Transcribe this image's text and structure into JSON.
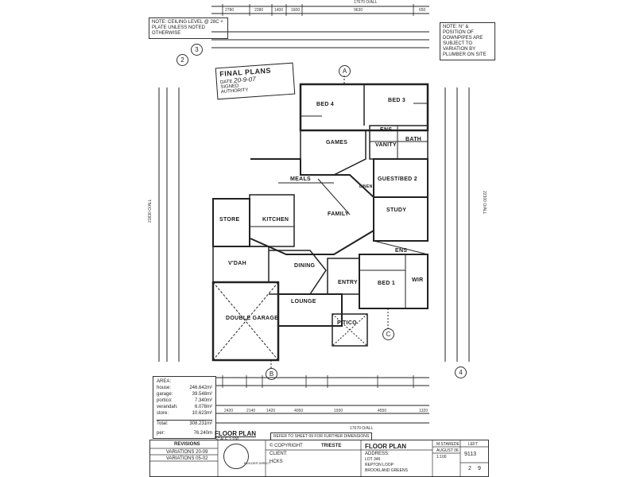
{
  "top_dimensions": {
    "overall": "17670 O/ALL",
    "row1": [
      "2780",
      "2280",
      "1400",
      "1600",
      "9630",
      "650"
    ]
  },
  "notes": {
    "ceiling": "NOTE: CEILING LEVEL @ 28c + PLATE UNLESS NOTED OTHERWISE",
    "downpipes": "NOTE: N° & POSITION OF DOWNPIPES ARE SUBJECT TO VARIATION BY PLUMBER ON SITE"
  },
  "stamp": {
    "title": "FINAL PLANS",
    "date_label": "DATE",
    "date_value": "20-9-07",
    "signed_label": "SIGNED",
    "authority_label": "AUTHORITY"
  },
  "grid_markers": [
    "A",
    "B",
    "C",
    "2",
    "3",
    "4"
  ],
  "rooms": {
    "bed4": "BED 4",
    "bed3": "BED 3",
    "games": "GAMES",
    "ens": "ENS",
    "vanity": "VANITY",
    "bath": "BATH",
    "meals": "MEALS",
    "guest_bed2": "GUEST/BED 2",
    "linen": "LINEN",
    "store": "STORE",
    "kitchen": "KITCHEN",
    "family": "FAMILY",
    "study": "STUDY",
    "vdah": "V'DAH",
    "dining": "DINING",
    "entry": "ENTRY",
    "bed1": "BED 1",
    "wir": "WIR",
    "lounge": "LOUNGE",
    "double_garage": "DOUBLE GARAGE",
    "portico": "P'TICO",
    "ens2": "ENS"
  },
  "side_dims": {
    "left": "21830 O/ALL",
    "right": "22300 O/ALL"
  },
  "area": {
    "title": "AREA:",
    "rows": [
      {
        "label": "house:",
        "value": "246.642m²"
      },
      {
        "label": "garage:",
        "value": "39.548m²"
      },
      {
        "label": "portico:",
        "value": "7.340m²"
      },
      {
        "label": "verandah:",
        "value": "6.078m²"
      },
      {
        "label": "store:",
        "value": "10.623m²"
      }
    ],
    "total_label": "Total:",
    "total_value": "308.231m²",
    "per_label": "per:",
    "per_value": "76.240m"
  },
  "bottom_dimensions": {
    "overall": "17670 O/ALL",
    "row": [
      "2420",
      "2140",
      "1420",
      "4050",
      "1930",
      "4550",
      "1320"
    ]
  },
  "floor_plan_label": "FLOOR PLAN",
  "scale_label": "SCALE 1:100",
  "refer_note": "REFER TO SHEET 09 FOR FURTHER DIMENSIONS",
  "title_block": {
    "revisions": "REVISIONS",
    "rev_rows": [
      "VARIATIONS 20-09",
      "VARIATIONS 05-02"
    ],
    "builder": "BUILDER DIRECT",
    "copyright": "COPYRIGHT",
    "design": "TRIESTE",
    "sheet_title": "FLOOR PLAN",
    "client_label": "CLIENT:",
    "client": "HCKS",
    "address_label": "ADDRESS:",
    "address_lines": [
      "LOT 346",
      "REPTON LOOP",
      "BROOKLAND GREENS"
    ],
    "drawn": "M.STAREDE",
    "date": "AUGUST 06",
    "scale": "1:100",
    "hand": "LEFT",
    "job_no": "9113",
    "sheet": "2",
    "of": "9"
  }
}
